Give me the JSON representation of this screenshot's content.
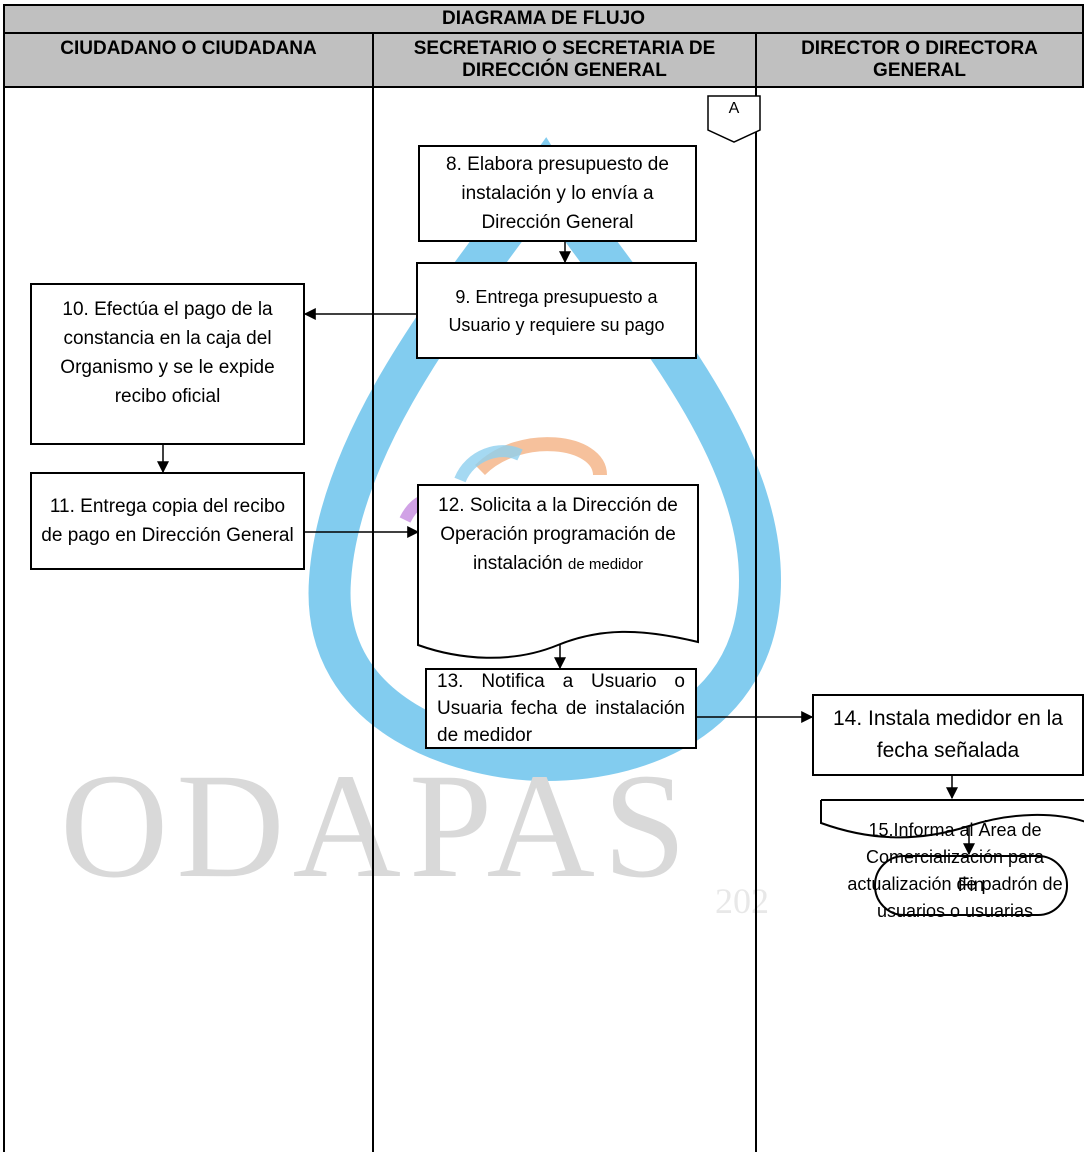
{
  "title": "DIAGRAMA DE FLUJO",
  "lanes": [
    {
      "header": "CIUDADANO O CIUDADANA"
    },
    {
      "header": "SECRETARIO O SECRETARIA DE DIRECCIÓN GENERAL"
    },
    {
      "header": "DIRECTOR O DIRECTORA GENERAL"
    }
  ],
  "connector": {
    "label": "A"
  },
  "steps": {
    "s8": "8. Elabora presupuesto de instalación y lo envía a Dirección General",
    "s9": "9. Entrega presupuesto a Usuario y requiere su pago",
    "s10": "10. Efectúa el pago de la constancia en la caja del Organismo y se le expide recibo oficial",
    "s11": "11. Entrega copia del recibo de pago en Dirección General",
    "s12_main": "12. Solicita a la Dirección de Operación programación de instalación",
    "s12_tail": "de medidor",
    "s13": "13. Notifica a Usuario o Usuaria fecha de instalación de medidor",
    "s14": "14. Instala medidor en la fecha señalada",
    "s15": "15.Informa al Área de Comercialización para actualización de padrón de usuarios o usuarias",
    "end": "Fin"
  },
  "watermark": {
    "text": "ODAPAS",
    "year": "202",
    "colors": {
      "drop": "#29a3dc",
      "ring_orange": "#f4a261",
      "ring_purple": "#b565d6"
    }
  }
}
